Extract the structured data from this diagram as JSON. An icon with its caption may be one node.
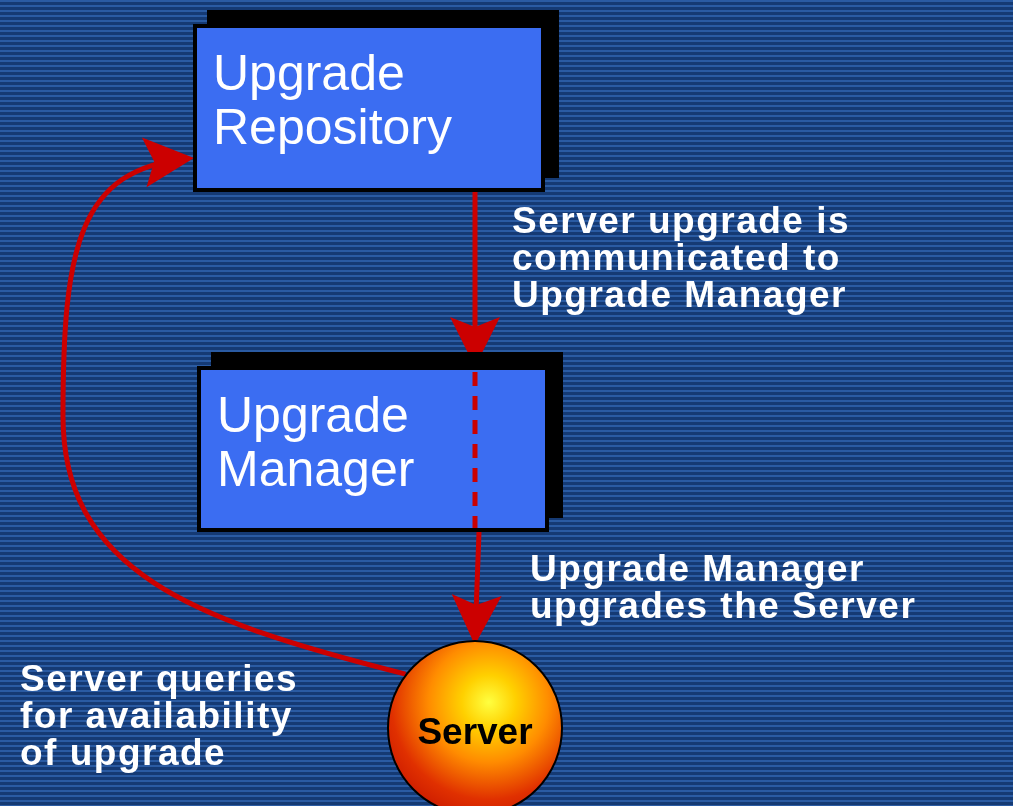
{
  "diagram": {
    "nodes": [
      {
        "text": [
          "Upgrade Repository"
        ]
      },
      {
        "text": [
          "Upgrade Manager"
        ]
      },
      {
        "text": [
          "Server"
        ]
      }
    ],
    "edges": [
      {
        "from": 0,
        "to": 1,
        "arrow": "to",
        "label": "Server upgrade is communicated to Upgrade Manager"
      },
      {
        "from": 1,
        "to": 2,
        "arrow": "to",
        "label": "Upgrade Manager upgrades the Server"
      },
      {
        "from": 2,
        "to": 0,
        "arrow": "to",
        "label": "Server queries for availability of upgrade"
      }
    ]
  }
}
